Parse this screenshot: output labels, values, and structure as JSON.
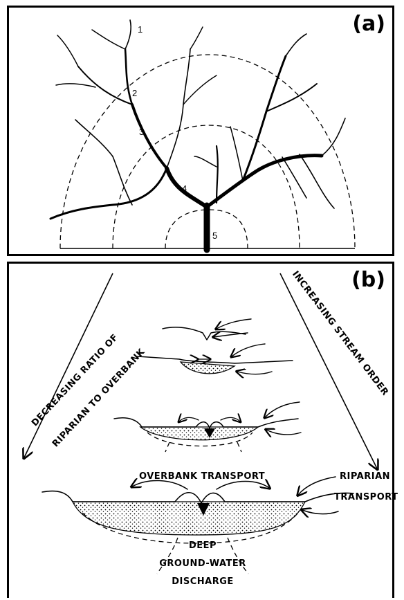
{
  "panel_a": {
    "tag": "(a)",
    "stream_orders": [
      "1",
      "2",
      "3",
      "4",
      "5"
    ]
  },
  "panel_b": {
    "tag": "(b)",
    "left_arrow_label_line1": "DECREASING RATIO OF",
    "left_arrow_label_line2": "RIPARIAN TO OVERBANK",
    "right_arrow_label_line1": "INCREASING STREAM ORDER",
    "overbank_label": "OVERBANK TRANSPORT",
    "riparian_label_line1": "RIPARIAN",
    "riparian_label_line2": "TRANSPORT",
    "discharge_label_line1": "DEEP",
    "discharge_label_line2": "GROUND-WATER",
    "discharge_label_line3": "DISCHARGE"
  }
}
